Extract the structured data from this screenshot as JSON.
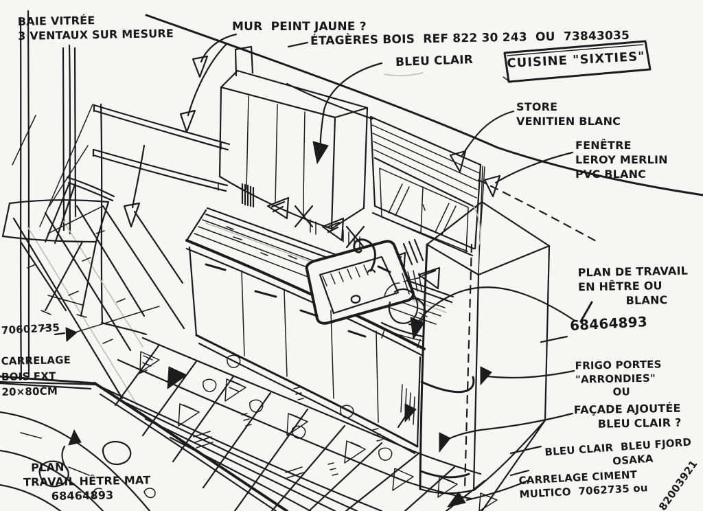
{
  "title": "CUISINE \"SIXTIES\"",
  "colors": {
    "ink": "#1c1c1c",
    "paper": "#f7f6f3",
    "pencil": "#bdbdb4"
  },
  "annotations": {
    "baie_vitree": "BAIE VITRÉE\n3 VENTAUX SUR MESURE",
    "mur": "MUR  PEINT JAUNE ?",
    "etageres": "ÉTAGÈRES BOIS  REF 822 30 243  OU  73843035",
    "bleu_clair_top": "BLEU CLAIR",
    "store": "STORE\nVENITIEN BLANC",
    "fenetre": "FENÊTRE\nLEROY MERLIN\nPVC BLANC",
    "plan_de_travail": "PLAN DE TRAVAIL\nEN HÊTRE OU\n            BLANC",
    "ref_plan_travail": "68464893",
    "frigo": "FRIGO PORTES \"ARRONDIES\"\n          OU",
    "facade": "FAÇADE AJOUTÉE\n      BLEU CLAIR ?",
    "bleu_fjord": "BLEU CLAIR  BLEU FJORD\n                  OSAKA",
    "carrelage_ciment": "CARRELAGE CIMENT\nMULTICO  7062735 ou",
    "ref_carrelage_diag": "82003921",
    "ref_carrelage_bois": "70602735",
    "carrelage_bois": "CARRELAGE\nBOIS EXT\n20×80CM",
    "plan_travail_bas": "  PLAN\nTRAVAIL HÊTRE MAT\n       68464893"
  }
}
